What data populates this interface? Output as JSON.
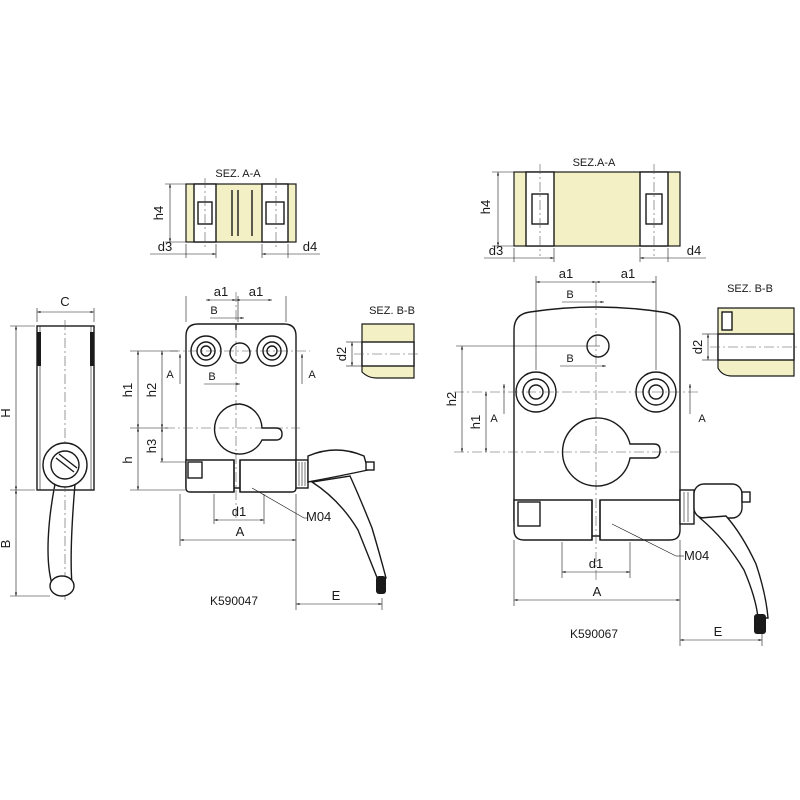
{
  "colors": {
    "section_fill": "#f2f0c4",
    "line": "#1a1a1a",
    "background": "#ffffff"
  },
  "small_model": {
    "section_aa_title": "SEZ. A-A",
    "section_bb_title": "SEZ. B-B",
    "code": "K590047",
    "thread": "M04",
    "dims": {
      "h4": "h4",
      "d3": "d3",
      "d4": "d4",
      "a1_left": "a1",
      "a1_right": "a1",
      "b_top": "B",
      "b_mid": "B",
      "a_left": "A",
      "a_right": "A",
      "h1": "h1",
      "h2": "h2",
      "h3": "h3",
      "h": "h",
      "d1": "d1",
      "a_width": "A",
      "e": "E",
      "d2": "d2"
    }
  },
  "side_view": {
    "dims": {
      "c": "C",
      "h_total": "H",
      "b_lever": "B"
    }
  },
  "large_model": {
    "section_aa_title": "SEZ.A-A",
    "section_bb_title": "SEZ. B-B",
    "code": "K590067",
    "thread": "M04",
    "dims": {
      "h4": "h4",
      "d3": "d3",
      "d4": "d4",
      "a1_left": "a1",
      "a1_right": "a1",
      "b_top": "B",
      "b_mid": "B",
      "a_left": "A",
      "a_right": "A",
      "h1": "h1",
      "h2": "h2",
      "d1": "d1",
      "a_width": "A",
      "e": "E",
      "d2": "d2"
    }
  }
}
